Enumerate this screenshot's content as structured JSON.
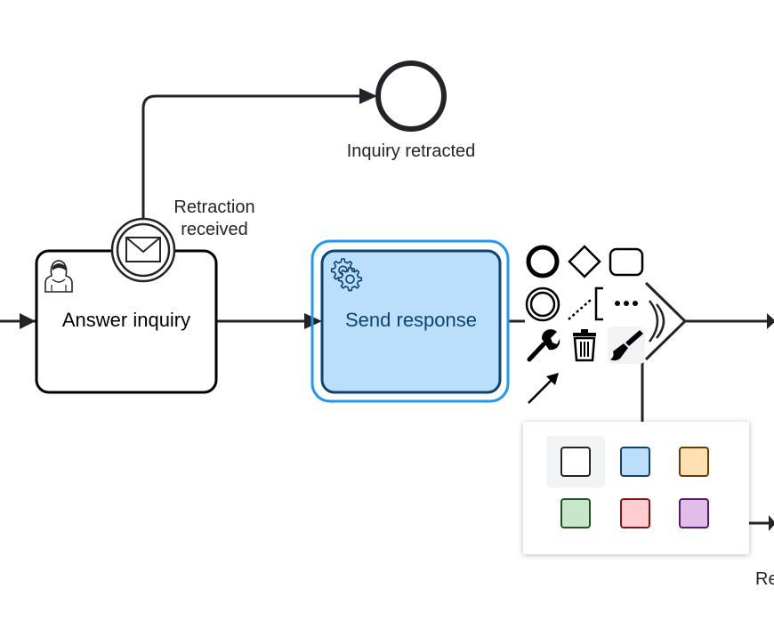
{
  "events": {
    "inquiry_retracted": "Inquiry retracted",
    "retraction_received_line1": "Retraction",
    "retraction_received_line2": "received",
    "partial_right_label": "Re"
  },
  "tasks": {
    "answer_inquiry": "Answer inquiry",
    "send_response": "Send response"
  },
  "context_pad": {
    "entries": [
      "end-event",
      "gateway",
      "task",
      "intermediate-event",
      "text-annotation",
      "replace",
      "delete",
      "color",
      "connect"
    ]
  },
  "color_picker": {
    "swatches": [
      {
        "name": "default",
        "fill": "#ffffff",
        "stroke": "#22242a"
      },
      {
        "name": "blue",
        "fill": "#bbdefb",
        "stroke": "#0d4372"
      },
      {
        "name": "orange",
        "fill": "#ffe0b2",
        "stroke": "#6b3c00"
      },
      {
        "name": "green",
        "fill": "#c8e6c9",
        "stroke": "#205022"
      },
      {
        "name": "red",
        "fill": "#ffcdd2",
        "stroke": "#831311"
      },
      {
        "name": "purple",
        "fill": "#e1bee7",
        "stroke": "#5b176d"
      }
    ]
  },
  "colors": {
    "selection": "#2196f3",
    "selected_fill": "#bbdefb",
    "selected_stroke": "#0d4372",
    "default_stroke": "#22242a"
  }
}
